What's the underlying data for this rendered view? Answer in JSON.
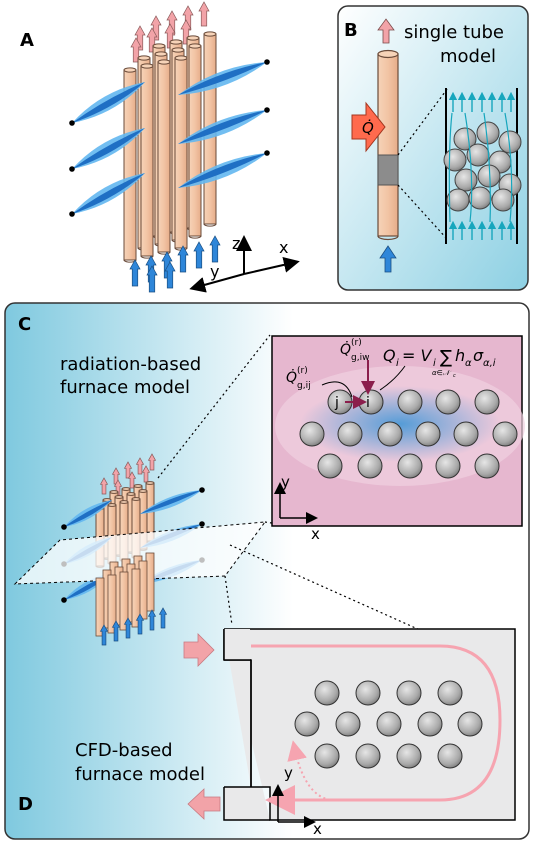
{
  "panels": {
    "a": {
      "letter": "A",
      "axes": {
        "z": "z",
        "x": "x",
        "y": "y"
      }
    },
    "b": {
      "letter": "B",
      "title_line1": "single tube",
      "title_line2": "model",
      "heat_label": "Q̇"
    },
    "c": {
      "letter": "C",
      "title_line1": "radiation-based",
      "title_line2": "furnace model",
      "labels": {
        "q_ij": "Q̇",
        "q_ij_sup": "(r)",
        "q_ij_sub": "g,ij",
        "q_iw": "Q̇",
        "q_iw_sup": "(r)",
        "q_iw_sub": "g,iw",
        "q_i_lhs": "Q",
        "q_i_lhs_sub": "i",
        "q_i_eq": "= V",
        "q_i_v_sub": "i",
        "q_i_sum": "∑",
        "q_i_sum_sub": "α∈𝒩",
        "q_i_sum_sub2": "c",
        "q_i_h": "h",
        "q_i_h_sub": "α",
        "q_i_sigma": "σ",
        "q_i_sigma_sub": "α,i",
        "node_j": "j",
        "node_i": "i"
      },
      "axes": {
        "x": "x",
        "y": "y"
      }
    },
    "d": {
      "letter": "D",
      "title_line1": "CFD-based",
      "title_line2": "furnace model",
      "axes": {
        "x": "x",
        "y": "y"
      }
    }
  },
  "colors": {
    "tube_fill": "#f2c4a4",
    "tube_stroke": "#6a4b3a",
    "flame_dark": "#1f6fc4",
    "flame_light": "#63b7ef",
    "inlet_arrow": "#2e86d9",
    "outlet_arrow": "#f2a3a8",
    "heat_arrow": "#ff6a4d",
    "panel_bg_left": "#9fd7e6",
    "panel_bg_right": "#ffffff",
    "radiation_bg": "#e6b7cf",
    "cfd_bg": "#e9e9ea",
    "flow_line": "#f6a4b0",
    "dark_red": "#8b1e4c"
  }
}
